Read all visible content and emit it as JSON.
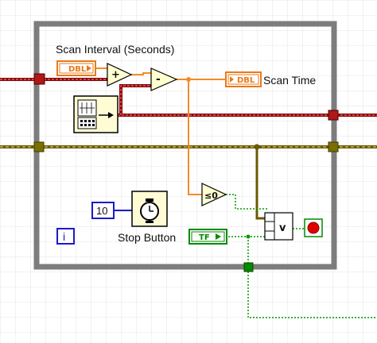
{
  "diagram": {
    "labels": {
      "scan_interval": "Scan Interval (Seconds)",
      "scan_time": "Scan Time",
      "stop_button": "Stop Button"
    },
    "terminals": {
      "dbl": "DBL",
      "tf": "TF"
    },
    "constants": {
      "wait_ms": "10"
    },
    "nodes": {
      "compare_zero": "≤0",
      "or_gate": "v",
      "iteration": "i"
    },
    "icons": {
      "tick_count": "timer-icon",
      "wait": "stopwatch-icon",
      "stop": "stop-icon"
    },
    "colors": {
      "loop_border": "#7d7d7d",
      "numeric_wire": "#f28c28",
      "dbl_wire": "#e87a1a",
      "boolean_wire": "#009a00",
      "cluster_wire_dark": "#8b0000",
      "cluster_wire_light": "#ff9999",
      "error_wire_dark": "#6b5a00",
      "error_wire_light": "#ffe28a",
      "int_blue": "#1a1ac8",
      "grid_line": "#e4e4e4"
    }
  }
}
